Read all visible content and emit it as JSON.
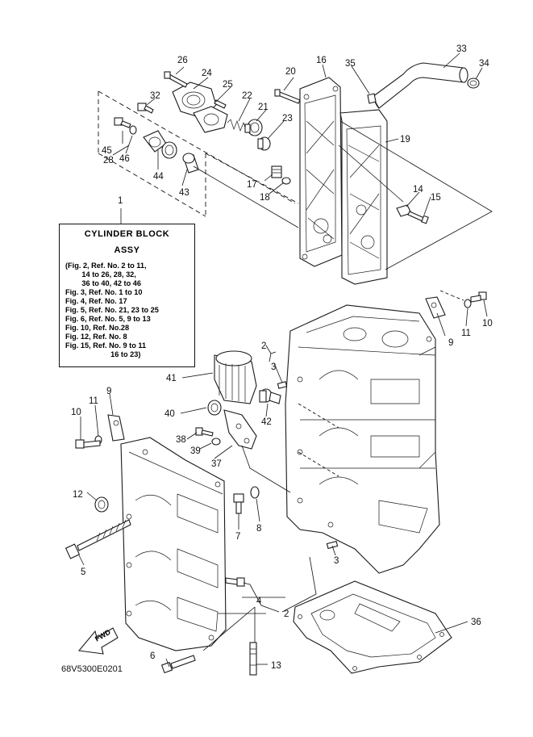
{
  "caption": {
    "title": "CYLINDER BLOCK",
    "subtitle": "ASSY",
    "lines": [
      "(Fig. 2, Ref. No. 2 to 11,",
      "        14 to 26, 28, 32,",
      "        36 to 40, 42 to 46",
      "Fig. 3, Ref. No. 1 to 10",
      "Fig. 4, Ref. No. 17",
      "Fig. 5, Ref. No. 21, 23 to 25",
      "Fig. 6, Ref. No. 5, 9 to 13",
      "Fig. 10, Ref. No.28",
      "Fig. 12, Ref. No. 8",
      "Fig. 15, Ref. No. 9 to 11",
      "                      16 to 23)"
    ]
  },
  "diagram_code": "68V5300E0201",
  "fwd_label": "FWD",
  "callouts": {
    "c1": "1",
    "c2a": "2",
    "c2b": "2",
    "c3a": "3",
    "c3b": "3",
    "c4": "4",
    "c5": "5",
    "c6": "6",
    "c7": "7",
    "c8": "8",
    "c9a": "9",
    "c9b": "9",
    "c10a": "10",
    "c10b": "10",
    "c11a": "11",
    "c11b": "11",
    "c12": "12",
    "c13": "13",
    "c14": "14",
    "c15": "15",
    "c16": "16",
    "c17": "17",
    "c18": "18",
    "c19": "19",
    "c20": "20",
    "c21": "21",
    "c22": "22",
    "c23": "23",
    "c24": "24",
    "c25": "25",
    "c26": "26",
    "c28": "28",
    "c32": "32",
    "c33": "33",
    "c34": "34",
    "c35": "35",
    "c36": "36",
    "c37": "37",
    "c38": "38",
    "c39": "39",
    "c40": "40",
    "c41": "41",
    "c42": "42",
    "c43": "43",
    "c44": "44",
    "c45": "45",
    "c46": "46"
  }
}
